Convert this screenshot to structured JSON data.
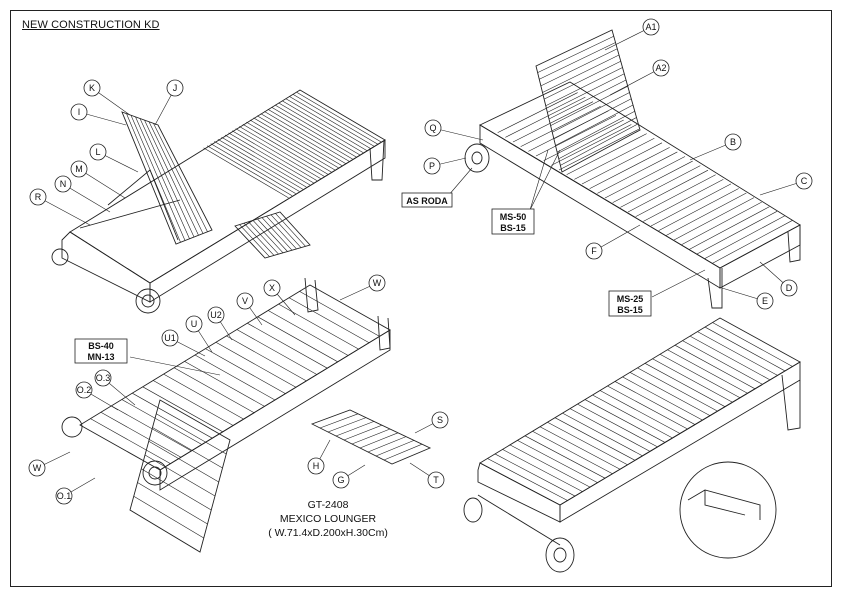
{
  "header": {
    "title": "NEW CONSTRUCTION KD"
  },
  "title_block": {
    "code": "GT-2408",
    "name": "MEXICO LOUNGER",
    "dimensions": "( W.71.4xD.200xH.30Cm)"
  },
  "callouts": {
    "A1": "A1",
    "A2": "A2",
    "B": "B",
    "C": "C",
    "D": "D",
    "E": "E",
    "F": "F",
    "G": "G",
    "H": "H",
    "I": "I",
    "J": "J",
    "K": "K",
    "L": "L",
    "M": "M",
    "N": "N",
    "O1": "O.1",
    "O2": "O.2",
    "O3": "O.3",
    "P": "P",
    "Q": "Q",
    "R": "R",
    "S": "S",
    "T": "T",
    "U": "U",
    "U1": "U1",
    "U2": "U2",
    "V": "V",
    "W": "W",
    "X": "X"
  },
  "boxed_labels": {
    "as_roda": "AS RODA",
    "ms50_line1": "MS-50",
    "ms50_line2": "BS-15",
    "ms25_line1": "MS-25",
    "ms25_line2": "BS-15",
    "bs40_line1": "BS-40",
    "bs40_line2": "MN-13"
  }
}
